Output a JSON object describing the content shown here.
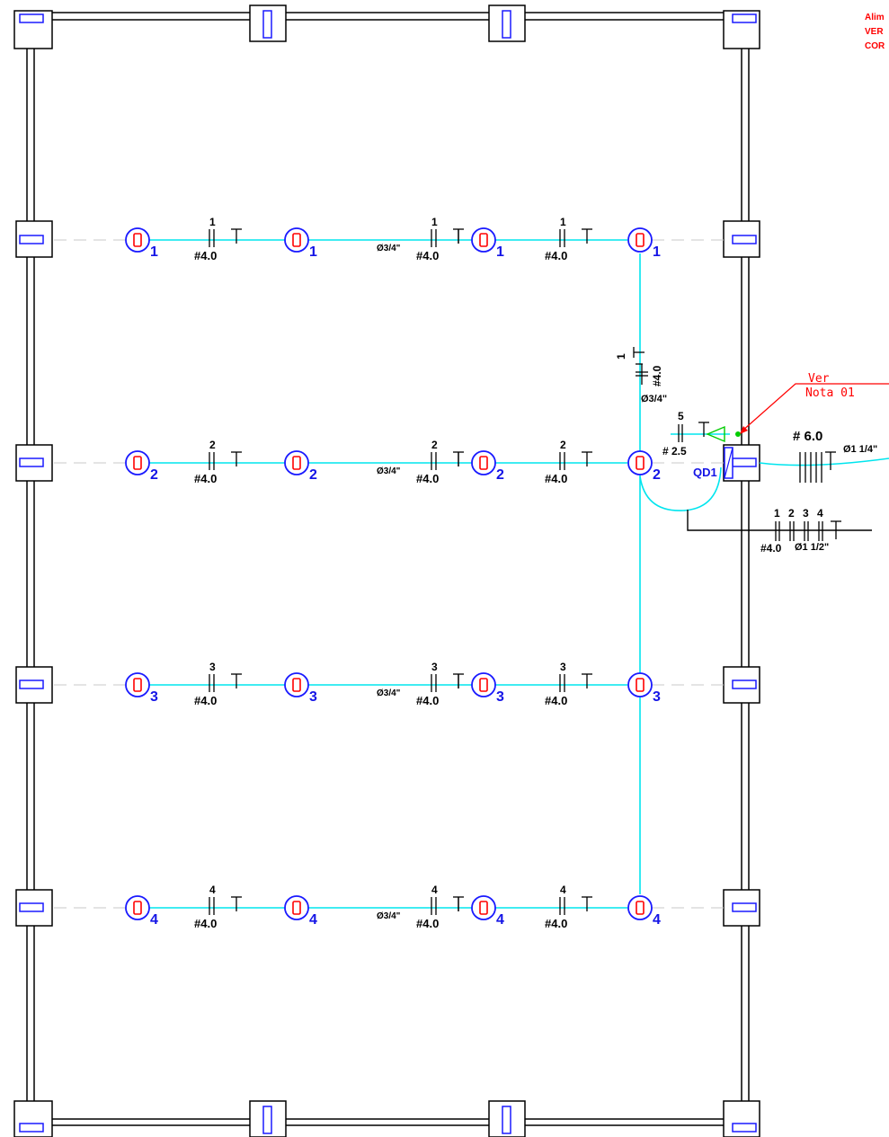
{
  "colors": {
    "background": "#ffffff",
    "wall": "#000000",
    "circuit": "#00e5ee",
    "luminaire_ring": "#1a1aff",
    "luminaire_core": "#ff0000",
    "circuit_number": "#1414e6",
    "note": "#ff0000",
    "panel_arrow": "#00cc00",
    "axis": "#c8c8c8"
  },
  "note_top_right": [
    "Alim",
    "VER",
    "COR"
  ],
  "note_callout": {
    "line1": "Ver",
    "line2": "Nota 01"
  },
  "panel": {
    "label": "QD1"
  },
  "rows": [
    {
      "circuit": "1",
      "gauge": "#4.0",
      "conduit": "Ø3/4\""
    },
    {
      "circuit": "2",
      "gauge": "#4.0",
      "conduit": "Ø3/4\""
    },
    {
      "circuit": "3",
      "gauge": "#4.0",
      "conduit": "Ø3/4\""
    },
    {
      "circuit": "4",
      "gauge": "#4.0",
      "conduit": "Ø3/4\""
    }
  ],
  "riser": {
    "circuit": "1",
    "gauge": "#4.0",
    "conduit": "Ø3/4\""
  },
  "circuit5": {
    "circuit": "5",
    "gauge": "# 2.5"
  },
  "feeder": {
    "gauge": "# 6.0",
    "conduit": "Ø1 1/4\""
  },
  "homerun": {
    "circuits": [
      "1",
      "2",
      "3",
      "4"
    ],
    "gauge": "#4.0",
    "conduit": "Ø1 1/2\""
  }
}
